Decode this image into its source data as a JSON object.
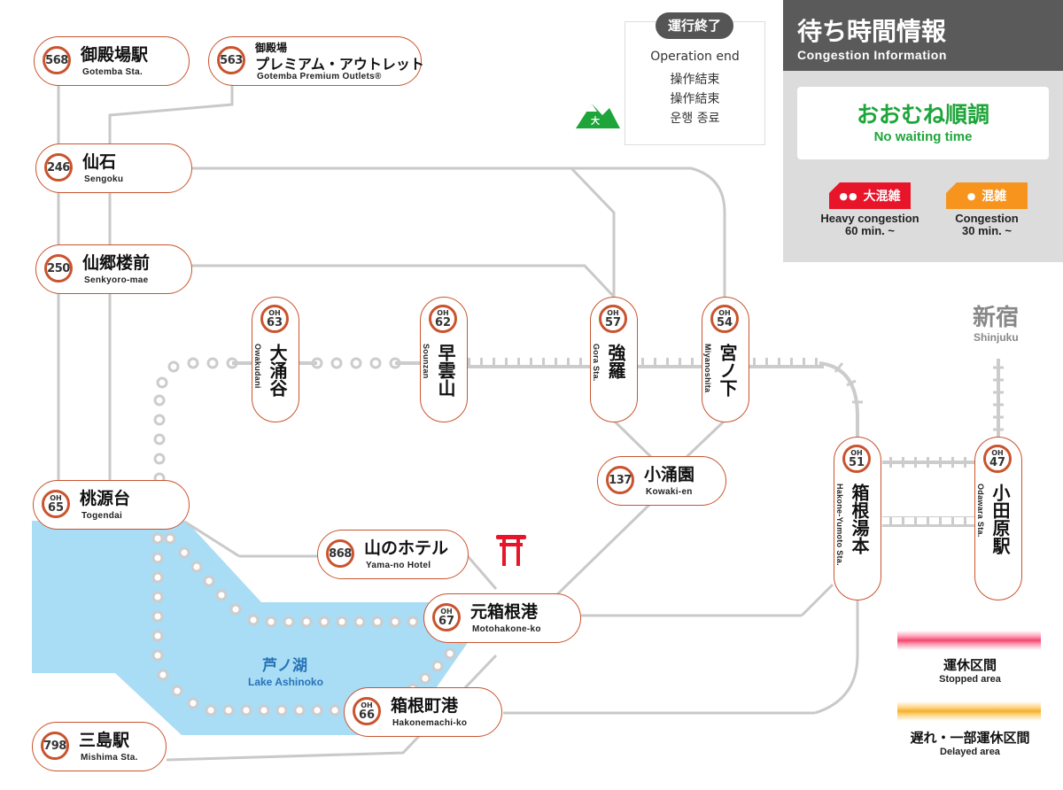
{
  "panel": {
    "title_jp": "待ち時間情報",
    "title_en": "Congestion Information",
    "status_jp": "おおむね順調",
    "status_en": "No waiting time",
    "status_color": "#1ea53a",
    "heavy": {
      "tag": "大混雑",
      "label_line1": "Heavy congestion",
      "label_line2": "60 min. ~",
      "color": "#e8152a"
    },
    "normal": {
      "tag": "混雑",
      "label_line1": "Congestion",
      "label_line2": "30 min. ~",
      "color": "#f7941d"
    }
  },
  "operation_end": {
    "tag": "運行終了",
    "lines": [
      "Operation end",
      "操作結束",
      "操作結束",
      "운행 종료"
    ],
    "icon": "mountain-icon",
    "icon_char": "大"
  },
  "legend": {
    "stopped_jp": "運休区間",
    "stopped_en": "Stopped area",
    "delayed_jp": "遅れ・一部運休区間",
    "delayed_en": "Delayed area"
  },
  "shinjuku": {
    "jp": "新宿",
    "en": "Shinjuku"
  },
  "lake": {
    "jp": "芦ノ湖",
    "en": "Lake Ashinoko"
  },
  "shrine_icon": "torii-icon",
  "stations": {
    "gotemba": {
      "code": "568",
      "jp": "御殿場駅",
      "en": "Gotemba Sta."
    },
    "outlets": {
      "code": "563",
      "jp_small": "御殿場",
      "jp": "プレミアム・アウトレット",
      "en": "Gotemba Premium Outlets®"
    },
    "sengoku": {
      "code": "246",
      "jp": "仙石",
      "en": "Sengoku"
    },
    "senkyoro": {
      "code": "250",
      "jp": "仙郷楼前",
      "en": "Senkyoro-mae"
    },
    "owakudani": {
      "prefix": "OH",
      "code": "63",
      "jp": "大涌谷",
      "en": "Owakudani"
    },
    "sounzan": {
      "prefix": "OH",
      "code": "62",
      "jp": "早雲山",
      "en": "Sounzan"
    },
    "gora": {
      "prefix": "OH",
      "code": "57",
      "jp": "強羅",
      "en": "Gora Sta."
    },
    "miyanoshita": {
      "prefix": "OH",
      "code": "54",
      "jp": "宮ノ下",
      "en": "Miyanoshita"
    },
    "kowakien": {
      "code": "137",
      "jp": "小涌園",
      "en": "Kowaki-en"
    },
    "togendai": {
      "prefix": "OH",
      "code": "65",
      "jp": "桃源台",
      "en": "Togendai"
    },
    "yamanohotel": {
      "code": "868",
      "jp": "山のホテル",
      "en": "Yama-no Hotel"
    },
    "motohakone": {
      "prefix": "OH",
      "code": "67",
      "jp": "元箱根港",
      "en": "Motohakone-ko"
    },
    "hakonemachi": {
      "prefix": "OH",
      "code": "66",
      "jp": "箱根町港",
      "en": "Hakonemachi-ko"
    },
    "mishima": {
      "code": "798",
      "jp": "三島駅",
      "en": "Mishima Sta."
    },
    "yumoto": {
      "prefix": "OH",
      "code": "51",
      "jp": "箱根湯本",
      "en": "Hakone-Yumoto Sta."
    },
    "odawara": {
      "prefix": "OH",
      "code": "47",
      "jp": "小田原駅",
      "en": "Odawara Sta."
    }
  }
}
